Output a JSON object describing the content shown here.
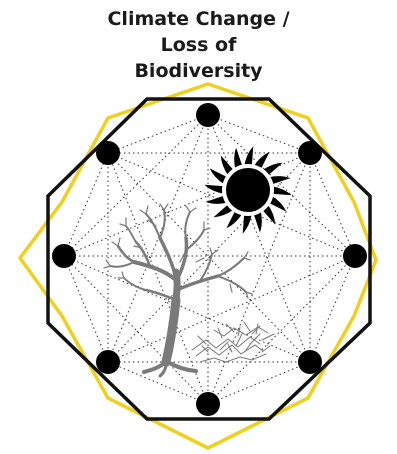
{
  "title_lines": [
    "Climate Change /",
    "Loss of",
    "Biodiversity"
  ],
  "colors": {
    "outer_decagon": "#f0cf1d",
    "inner_octagon": "#111111",
    "nodes": "#000000",
    "tree": "#7a7a7a",
    "grass": "#777777",
    "sun": "#000000",
    "dotted_lines": "#333333"
  },
  "icons": [
    "sun-icon",
    "tree-icon",
    "dry-grass-icon"
  ]
}
